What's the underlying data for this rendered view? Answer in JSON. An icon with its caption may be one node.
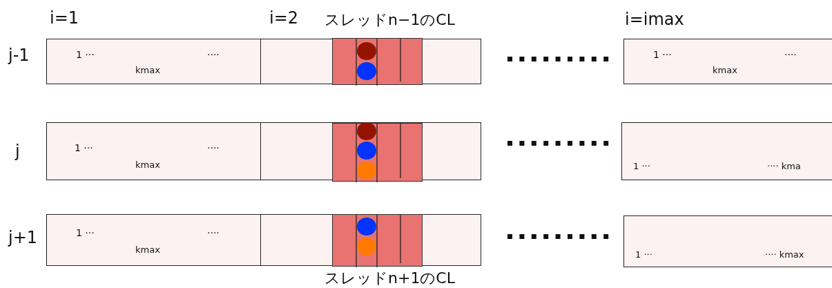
{
  "diagram": {
    "nodes": [
      {
        "text": [
          "1 ···",
          "····",
          "kmax"
        ]
      },
      {
        "text": [],
        "shape": "box"
      },
      {
        "text": [],
        "shape": "bar",
        "in": 1
      },
      {
        "text": [
          "1 ···",
          "····",
          "kmax"
        ]
      },
      {
        "text": [
          "1 ···",
          "····",
          "kmax"
        ]
      },
      {
        "text": [],
        "shape": "box"
      },
      {
        "text": [],
        "shape": "bar",
        "in": 5
      },
      {
        "text": [
          "1 ···",
          "···· kma"
        ]
      },
      {
        "text": [
          "1 ···",
          "····",
          "kmax"
        ]
      },
      {
        "text": [],
        "shape": "box"
      },
      {
        "text": [],
        "shape": "bar",
        "in": 9
      },
      {
        "text": [
          "1 ···",
          "···· kmax"
        ]
      }
    ],
    "labels": [
      "i=1",
      "i=2",
      "スレッドn−1のCL",
      "i=imax",
      "j-1",
      "j",
      "j+1",
      "スレッドn+1のCL"
    ]
  }
}
